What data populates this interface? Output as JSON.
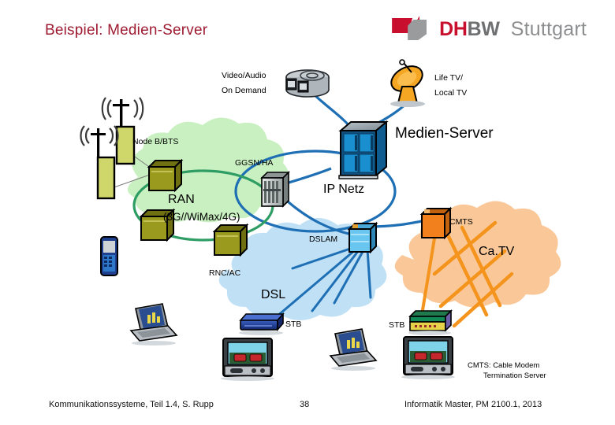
{
  "slide": {
    "title": "Beispiel: Medien-Server",
    "page_number": "38"
  },
  "brand": {
    "mark_name": "dhbw-logo",
    "dh": "DH",
    "bw": "BW",
    "city": "Stuttgart",
    "red": "#c8102e",
    "gray": "#9a9b9c"
  },
  "footer": {
    "left": "Kommunikationssysteme, Teil 1.4, S. Rupp",
    "right": "Informatik Master, PM 2100.1, 2013"
  },
  "diagram": {
    "labels": {
      "video_audio_1": "Video/Audio",
      "video_audio_2": "On Demand",
      "life_tv_1": "Life TV/",
      "life_tv_2": "Local TV",
      "medien_server": "Medien-Server",
      "node_b": "Node B/BTS",
      "ggsn_ha": "GGSN/HA",
      "ip_netz": "IP Netz",
      "ran": "RAN",
      "ran_tech": "(3G//WiMax/4G)",
      "rnc_ac": "RNC/AC",
      "dslam": "DSLAM",
      "dsl": "DSL",
      "cmts": "CMTS",
      "catv": "Ca.TV",
      "stb_dsl": "STB",
      "stb_catv": "STB",
      "legend_1": "CMTS: Cable Modem",
      "legend_2": "Termination Server"
    },
    "colors": {
      "ip_link": "#1f6fb5",
      "ran_cloud": "#c9f0c0",
      "ran_ellipse": "#2e9d63",
      "dsl_cloud": "#bfe0f5",
      "catv_cloud": "#fac898",
      "catv_line": "#f5941d",
      "router_box": "#9a9a1e",
      "server_blue": "#1a7fc1",
      "dslam_blue": "#69c6f0",
      "cmts_orange": "#f2811d",
      "dish_orange": "#f5a623",
      "antenna_body": "#cfd66a"
    }
  }
}
